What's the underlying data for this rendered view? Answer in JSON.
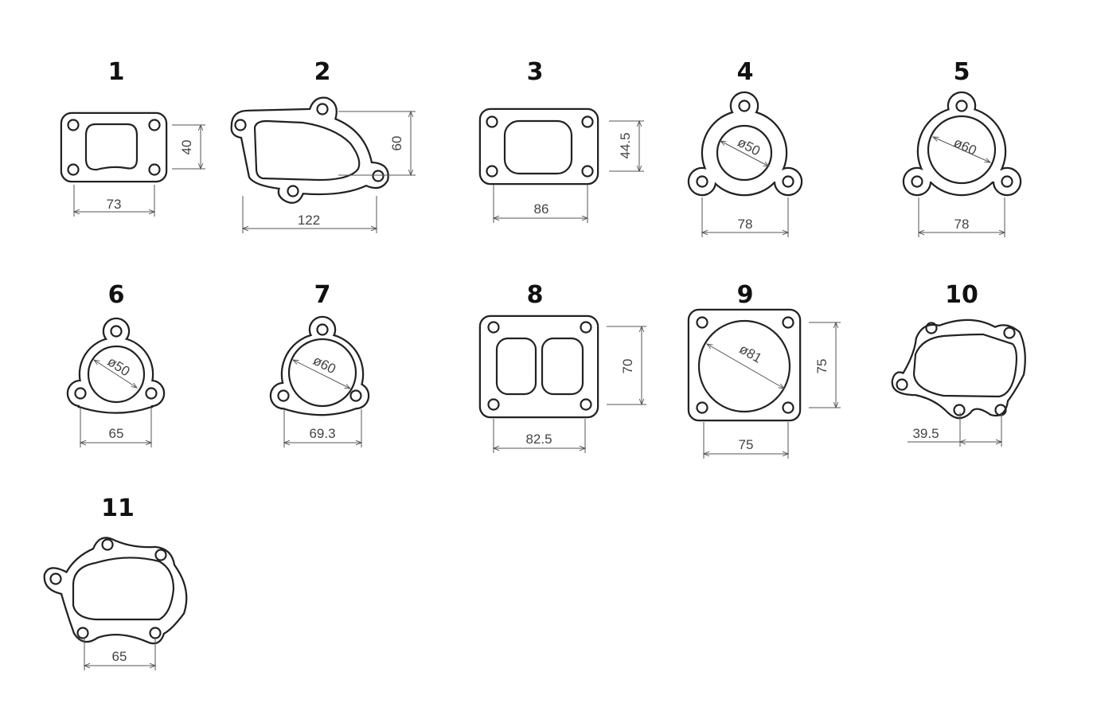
{
  "gaskets": [
    {
      "number": "1",
      "dimensions": [
        "73",
        "40"
      ]
    },
    {
      "number": "2",
      "dimensions": [
        "122",
        "60"
      ]
    },
    {
      "number": "3",
      "dimensions": [
        "86",
        "44.5"
      ]
    },
    {
      "number": "4",
      "dimensions": [
        "78",
        "ø50"
      ]
    },
    {
      "number": "5",
      "dimensions": [
        "78",
        "ø60"
      ]
    },
    {
      "number": "6",
      "dimensions": [
        "65",
        "ø50"
      ]
    },
    {
      "number": "7",
      "dimensions": [
        "69.3",
        "ø60"
      ]
    },
    {
      "number": "8",
      "dimensions": [
        "82.5",
        "70"
      ]
    },
    {
      "number": "9",
      "dimensions": [
        "75",
        "75",
        "ø81"
      ]
    },
    {
      "number": "10",
      "dimensions": [
        "39.5"
      ]
    },
    {
      "number": "11",
      "dimensions": [
        "65"
      ]
    }
  ]
}
